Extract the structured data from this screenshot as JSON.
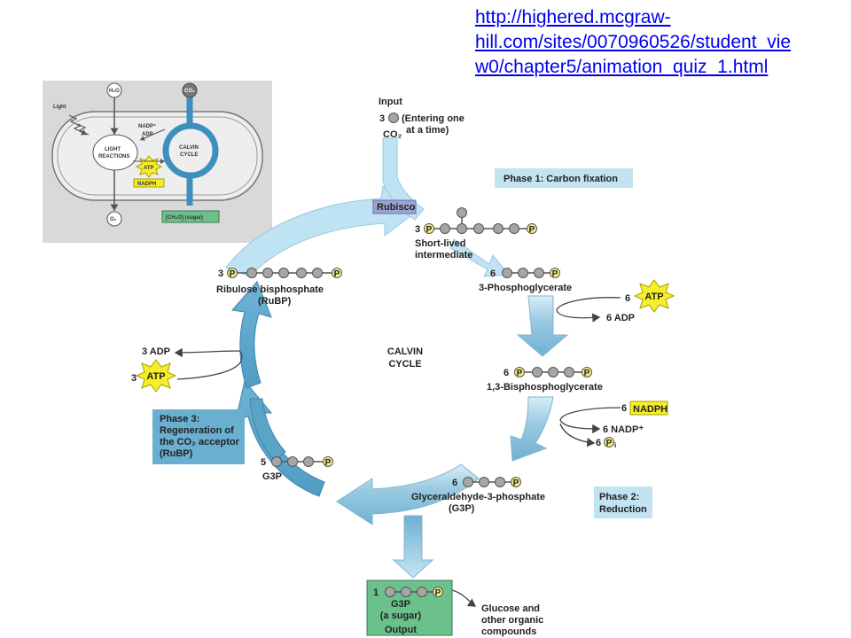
{
  "link": {
    "line1": "http://highered.mcgraw-",
    "line2": "hill.com/sites/0070960526/student_vie",
    "line3": "w0/chapter5/animation_quiz_1.html"
  },
  "inset": {
    "light": "Light",
    "h2o": "H₂O",
    "co2": "CO₂",
    "o2": "O₂",
    "nadp": "NADP⁺",
    "adp": "ADP",
    "light_reactions_1": "LIGHT",
    "light_reactions_2": "REACTIONS",
    "atp": "ATP",
    "nadph": "NADPH",
    "calvin_1": "CALVIN",
    "calvin_2": "CYCLE",
    "sugar": "[CH₂O] (sugar)"
  },
  "diagram": {
    "input_title": "Input",
    "input_count": "3",
    "input_desc_1": "(Entering one",
    "input_desc_2": "at a time)",
    "input_co2": "CO₂",
    "phase1": "Phase 1: Carbon fixation",
    "rubisco": "Rubisco",
    "intermediate_count": "3",
    "intermediate_1": "Short-lived",
    "intermediate_2": "intermediate",
    "pg_count": "6",
    "pg_label": "3-Phosphoglycerate",
    "atp_in_count": "6",
    "atp": "ATP",
    "adp_out": "6 ADP",
    "bpg_count": "6",
    "bpg_label": "1,3-Bisphosphoglycerate",
    "nadph_count": "6",
    "nadph": "NADPH",
    "nadp_out": "6 NADP⁺",
    "pi_out_count": "6",
    "pi_sub": "i",
    "g3p_count": "6",
    "g3p_1": "Glyceraldehyde-3-phosphate",
    "g3p_2": "(G3P)",
    "phase2_1": "Phase 2:",
    "phase2_2": "Reduction",
    "output_count": "1",
    "output_1": "G3P",
    "output_2": "(a sugar)",
    "output_3": "Output",
    "glucose_1": "Glucose and",
    "glucose_2": "other organic",
    "glucose_3": "compounds",
    "g3p5_count": "5",
    "g3p5_label": "G3P",
    "phase3_1": "Phase 3:",
    "phase3_2": "Regeneration of",
    "phase3_3": "the CO₂ acceptor",
    "phase3_4": "(RuBP)",
    "atp_regen_count": "3",
    "adp_regen": "3 ADP",
    "rubp_count": "3",
    "rubp_1": "Ribulose bisphosphate",
    "rubp_2": "(RuBP)",
    "calvin_1": "CALVIN",
    "calvin_2": "CYCLE",
    "p": "P"
  },
  "colors": {
    "link": "#0000ee",
    "phase_box": "#c2e3f2",
    "phase3_box": "#6aaed0",
    "output_box": "#6cc08c",
    "atp_star": "#f6ee2a",
    "nadph_box": "#f6ee2a",
    "phosphate": "#f2ee88",
    "arrow_light": "#bfe3f3",
    "arrow_dark": "#5aa4c8"
  }
}
